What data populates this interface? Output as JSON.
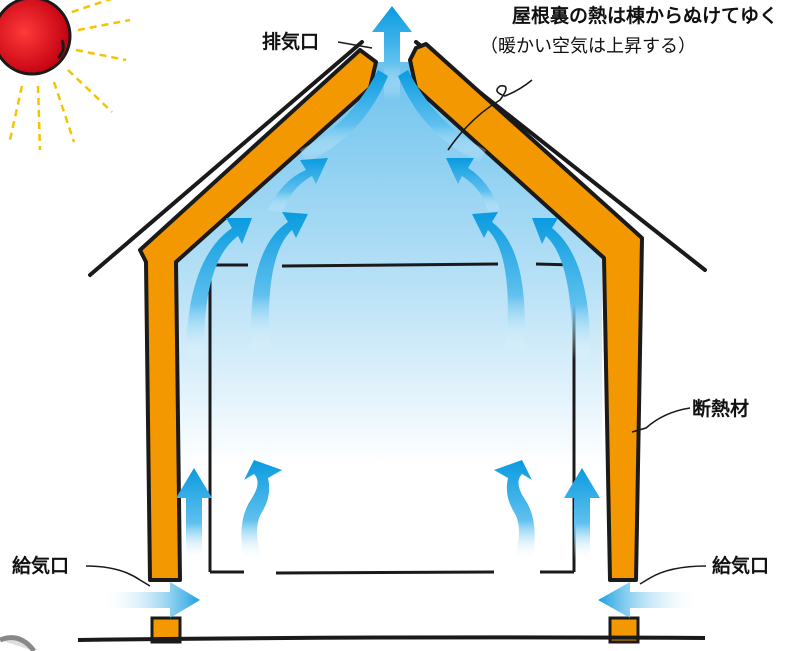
{
  "labels": {
    "exhaust": "排気口",
    "heat_title": "屋根裏の熱は棟からぬけてゆく",
    "heat_note": "（暖かい空気は上昇する）",
    "insulation": "断熱材",
    "intake_left": "給気口",
    "intake_right": "給気口"
  },
  "colors": {
    "insulation": "#f39800",
    "outline": "#1a1a1a",
    "air_gradient_top": "#7cc8f0",
    "air_gradient_bottom": "#ffffff",
    "arrow": "#1aa0e0",
    "sun": "#e60012",
    "sun_rays": "#f5c400"
  }
}
